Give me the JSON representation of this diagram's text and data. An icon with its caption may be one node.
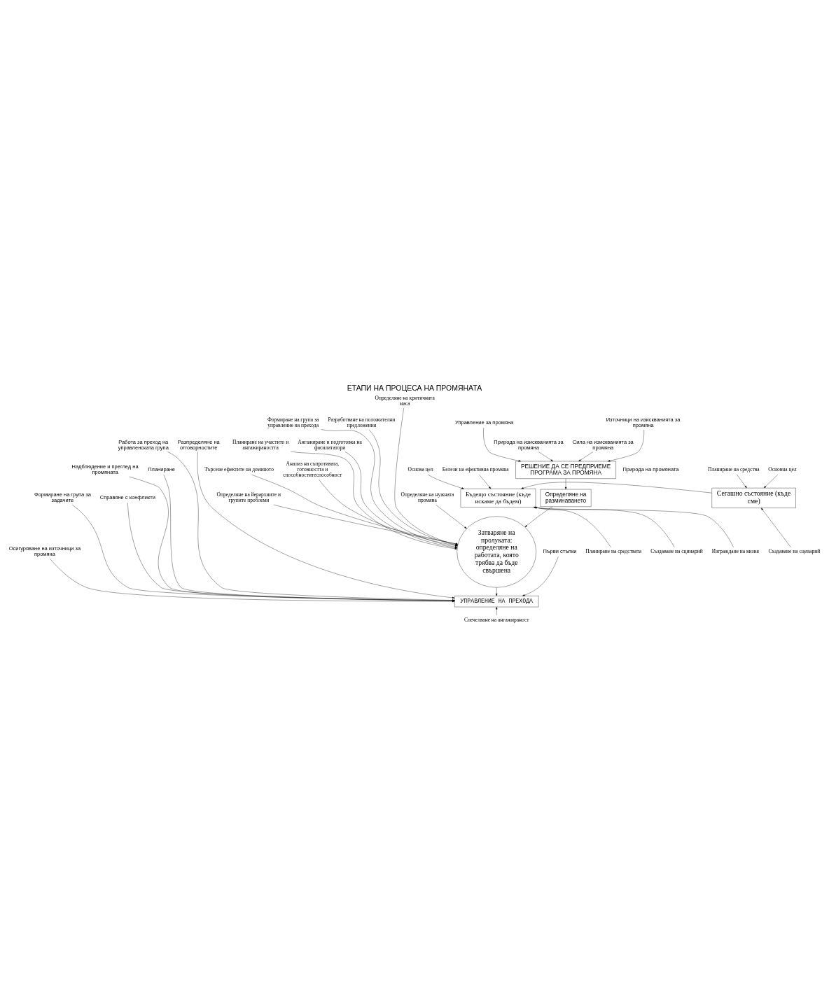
{
  "diagram": {
    "title": "ЕТАПИ НА ПРОЦЕСА НА ПРОМЯНАТА",
    "nodes": [
      {
        "text": [
          "РЕШЕНИЕ ДА СЕ ПРЕДПРИЕМЕ ПРОГРАМА ЗА ПРОМЯНА"
        ]
      },
      {
        "text": [
          "Природа на изискванията за промяна"
        ]
      },
      {
        "text": [
          "Сила на изискванията за промяна"
        ]
      },
      {
        "text": [
          "Източници на изискванията за промяна"
        ]
      },
      {
        "text": [
          "Управление за промяна"
        ]
      },
      {
        "text": [
          "Бъдещо състояние (къде искаме да бъдем)"
        ]
      },
      {
        "text": [
          "Определяне на разминаването"
        ]
      },
      {
        "text": [
          "Сегашно състояние (къде сме)"
        ]
      },
      {
        "text": [
          "Белези на ефективна промяна"
        ]
      },
      {
        "text": [
          "Основа цел"
        ]
      },
      {
        "text": [
          "Изграждане на визия"
        ]
      },
      {
        "text": [
          "Планиране на средствата"
        ]
      },
      {
        "text": [
          "Създаване на сцинарий"
        ]
      },
      {
        "text": [
          "Основна цел"
        ]
      },
      {
        "text": [
          "Планиране на средства"
        ]
      },
      {
        "text": [
          "Създаване на сценарий"
        ]
      },
      {
        "text": [
          "Затваряне на пролуката: определяне на работата, която трябва да бъде свършена"
        ]
      },
      {
        "text": [
          "Определяне на нужната промяна"
        ]
      },
      {
        "text": [
          "Определяне на йерархиите и групите проблеми"
        ]
      },
      {
        "text": [
          "Търсене ефектите на доминото"
        ]
      },
      {
        "text": [
          "Анализ на съпротивата, готовността и способноститеспособност"
        ]
      },
      {
        "text": [
          "Планиране на участито и ангажираността"
        ]
      },
      {
        "text": [
          "Ангажиране и подготовка на фасилитатори"
        ]
      },
      {
        "text": [
          "Формиране на група за управление на прехода"
        ]
      },
      {
        "text": [
          "Разработване на положителни предложения"
        ]
      },
      {
        "text": [
          "Определяне на критичната маса"
        ]
      },
      {
        "text": [
          "УПРАВЛЕНИЕ НА ПРЕХОДА"
        ]
      },
      {
        "text": [
          "Първи стъпки"
        ]
      },
      {
        "text": [
          "Осигуряване на източници за промяна"
        ]
      },
      {
        "text": [
          "Формиране на група за задачите"
        ]
      },
      {
        "text": [
          "Справяне с конфликти"
        ]
      },
      {
        "text": [
          "Надблюдение и преглед на промяната"
        ]
      },
      {
        "text": [
          "Планиране"
        ]
      },
      {
        "text": [
          "Работа за преход на управленската група"
        ]
      },
      {
        "text": [
          "Разпределяне на отговорностите"
        ]
      },
      {
        "text": [
          "Спечелване на ангажираност"
        ]
      }
    ],
    "edges": [
      {
        "from": 1,
        "to": 0,
        "arrow": "to"
      },
      {
        "from": 2,
        "to": 0,
        "arrow": "to"
      },
      {
        "from": 3,
        "to": 0,
        "arrow": "to"
      },
      {
        "from": 4,
        "to": 0,
        "arrow": "to"
      },
      {
        "from": 0,
        "to": 6,
        "arrow": "to"
      },
      {
        "from": 8,
        "to": 5,
        "arrow": "to"
      },
      {
        "from": 9,
        "to": 5,
        "arrow": "to"
      },
      {
        "from": 10,
        "to": 5,
        "arrow": "to"
      },
      {
        "from": 11,
        "to": 5,
        "arrow": "to"
      },
      {
        "from": 12,
        "to": 5,
        "arrow": "to"
      },
      {
        "from": 7,
        "to": 5,
        "arrow": "to"
      },
      {
        "from": 13,
        "to": 7,
        "arrow": "to"
      },
      {
        "from": 14,
        "to": 7,
        "arrow": "to"
      },
      {
        "from": 15,
        "to": 7,
        "arrow": "to"
      },
      {
        "from": 6,
        "to": 16,
        "arrow": "to"
      },
      {
        "from": 17,
        "to": 16,
        "arrow": "to"
      },
      {
        "from": 18,
        "to": 16,
        "arrow": "to"
      },
      {
        "from": 19,
        "to": 16,
        "arrow": "to"
      },
      {
        "from": 20,
        "to": 16,
        "arrow": "to"
      },
      {
        "from": 21,
        "to": 16,
        "arrow": "to"
      },
      {
        "from": 22,
        "to": 16,
        "arrow": "to"
      },
      {
        "from": 23,
        "to": 16,
        "arrow": "to"
      },
      {
        "from": 24,
        "to": 16,
        "arrow": "to"
      },
      {
        "from": 25,
        "to": 16,
        "arrow": "to"
      },
      {
        "from": 16,
        "to": 26,
        "arrow": "to"
      },
      {
        "from": 27,
        "to": 26,
        "arrow": "to"
      },
      {
        "from": 28,
        "to": 26,
        "arrow": "to"
      },
      {
        "from": 29,
        "to": 26,
        "arrow": "to"
      },
      {
        "from": 30,
        "to": 26,
        "arrow": "to"
      },
      {
        "from": 31,
        "to": 26,
        "arrow": "to"
      },
      {
        "from": 32,
        "to": 26,
        "arrow": "to"
      },
      {
        "from": 33,
        "to": 26,
        "arrow": "to"
      },
      {
        "from": 34,
        "to": 26,
        "arrow": "to"
      },
      {
        "from": 35,
        "to": 26,
        "arrow": "to"
      }
    ],
    "labels": [
      "Природа на промяната"
    ]
  }
}
